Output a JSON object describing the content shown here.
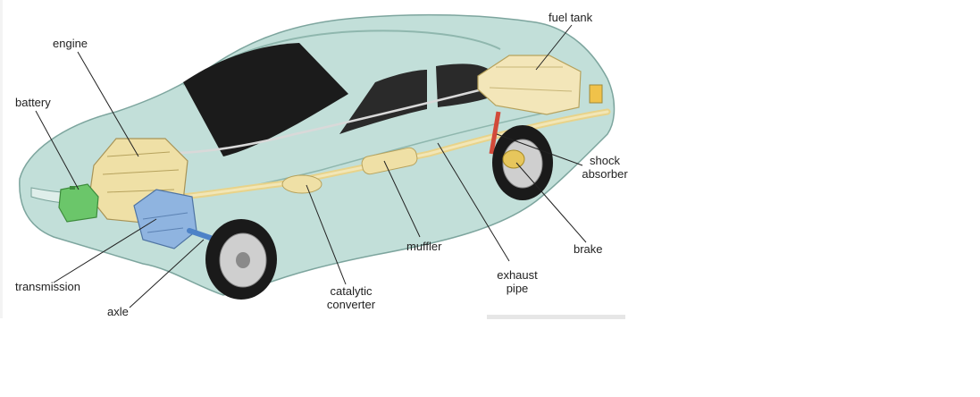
{
  "labels": {
    "engine": "engine",
    "battery": "battery",
    "transmission": "transmission",
    "axle": "axle",
    "catalytic_converter": [
      "catalytic",
      "converter"
    ],
    "muffler": "muffler",
    "exhaust_pipe": [
      "exhaust",
      "pipe"
    ],
    "brake": "brake",
    "shock_absorber": [
      "shock",
      "absorber"
    ],
    "fuel_tank": "fuel tank"
  },
  "colors": {
    "body": "#b9d9d2",
    "body_edge": "#6f9c94",
    "glass": "#1b1b1b",
    "component": "#efe0a6",
    "transmission": "#8fb4e0",
    "battery": "#6bc66a",
    "leader": "#222222",
    "shock": "#d24a3a"
  }
}
